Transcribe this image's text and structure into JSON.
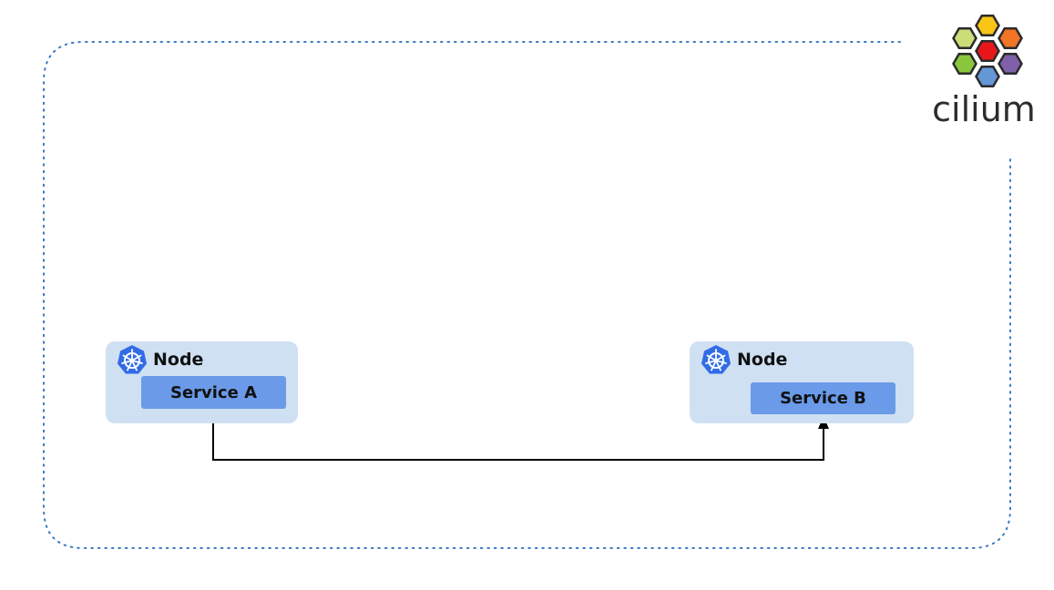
{
  "nodes": [
    {
      "label": "Node",
      "service": "Service A"
    },
    {
      "label": "Node",
      "service": "Service B"
    }
  ],
  "logo": {
    "text": "cilium",
    "hex_colors": [
      "#f8c517",
      "#cadd79",
      "#e8161b",
      "#f07525",
      "#8ac63d",
      "#6597d7",
      "#8061a9"
    ]
  },
  "colors": {
    "cluster_border": "#3a78c2",
    "node_fill": "#cfe0f3",
    "service_fill": "#6a9ae8",
    "connector": "#000000",
    "k8s_icon": "#326ce5"
  }
}
